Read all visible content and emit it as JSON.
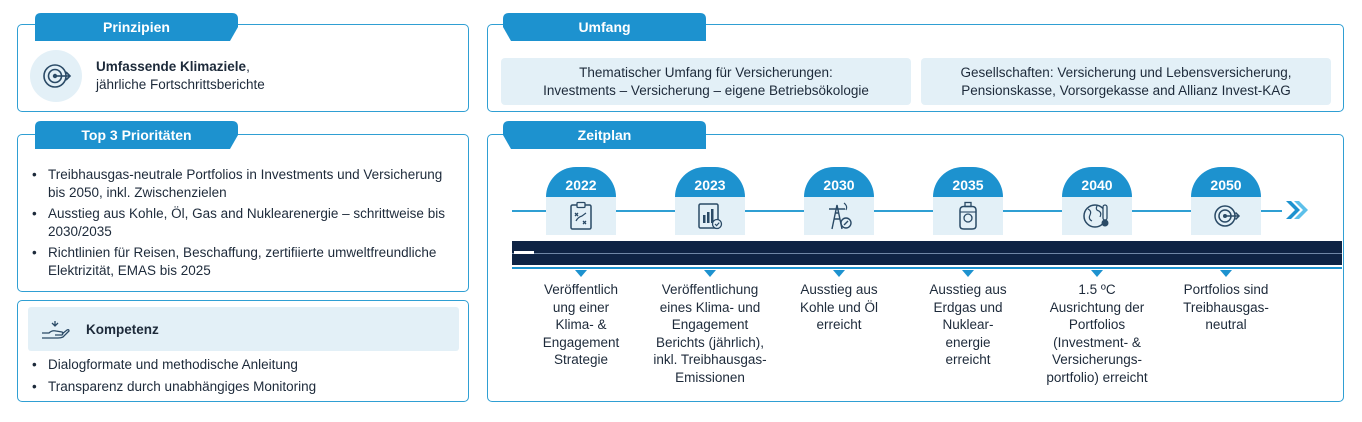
{
  "principles": {
    "tab_label": "Prinzipien",
    "icon": "target-icon",
    "bold_text": "Umfassende Klimaziele",
    "comma": ",",
    "sub_text": "jährliche Fortschrittsberichte"
  },
  "priorities": {
    "tab_label": "Top 3 Prioritäten",
    "items": [
      "Treibhausgas-neutrale Portfolios in Investments und Versicherung bis 2050, inkl. Zwischenzielen",
      "Ausstieg aus Kohle, Öl, Gas and Nuklearenergie – schrittweise bis 2030/2035",
      "Richtlinien für Reisen, Beschaffung, zertifiierte umweltfreundliche Elektrizität, EMAS bis 2025"
    ]
  },
  "competence": {
    "title": "Kompetenz",
    "icon": "hand-icon",
    "items": [
      "Dialogformate und methodische Anleitung",
      "Transparenz durch unabhängiges Monitoring"
    ]
  },
  "scope": {
    "tab_label": "Umfang",
    "box1": [
      "Thematischer Umfang für Versicherungen:",
      "Investments – Versicherung – eigene Betriebsökologie"
    ],
    "box2": [
      "Gesellschaften: Versicherung und Lebensversicherung,",
      "Pensionskasse, Vorsorgekasse and Allianz Invest-KAG"
    ]
  },
  "timeline": {
    "tab_label": "Zeitplan",
    "milestones": [
      {
        "year": "2022",
        "icon": "clipboard-icon",
        "lines": [
          "Veröffentlich",
          "ung einer",
          "Klima- &",
          "Engagement",
          "Strategie"
        ]
      },
      {
        "year": "2023",
        "icon": "report-icon",
        "lines": [
          "Veröffentlichung",
          "eines Klima- und",
          "Engagement",
          "Berichts (jährlich),",
          "inkl. Treibhausgas-",
          "Emissionen"
        ]
      },
      {
        "year": "2030",
        "icon": "power-tower-icon",
        "lines": [
          "Ausstieg aus",
          "Kohle und Öl",
          "erreicht"
        ]
      },
      {
        "year": "2035",
        "icon": "gas-tank-icon",
        "lines": [
          "Ausstieg aus",
          "Erdgas und",
          "Nuklear-",
          "energie",
          "erreicht"
        ]
      },
      {
        "year": "2040",
        "icon": "globe-thermometer-icon",
        "lines": [
          "1.5 ºC",
          "Ausrichtung der",
          "Portfolios",
          "(Investment- &",
          "Versicherungs-",
          "portfolio) erreicht"
        ]
      },
      {
        "year": "2050",
        "icon": "target-icon",
        "lines": [
          "Portfolios sind",
          "Treibhausgas-",
          "neutral"
        ]
      }
    ]
  },
  "colors": {
    "accent": "#1d92cf",
    "dark_bar": "#0e2344",
    "light_fill": "#e3f0f7",
    "border": "#2f9fd3"
  }
}
